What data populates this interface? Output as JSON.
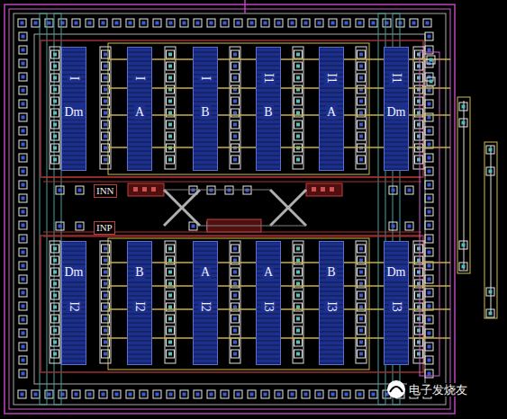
{
  "diagram": {
    "nodes": [
      {
        "text": [
          "I",
          "Dm"
        ]
      },
      {
        "text": [
          "I",
          "A"
        ]
      },
      {
        "text": [
          "I",
          "B"
        ]
      },
      {
        "text": [
          "I1",
          "B"
        ]
      },
      {
        "text": [
          "I1",
          "A"
        ]
      },
      {
        "text": [
          "I1",
          "Dm"
        ]
      },
      {
        "text": [
          "Dm",
          "I2"
        ]
      },
      {
        "text": [
          "B",
          "I2"
        ]
      },
      {
        "text": [
          "A",
          "I2"
        ]
      },
      {
        "text": [
          "A",
          "I3"
        ]
      },
      {
        "text": [
          "B",
          "I3"
        ]
      },
      {
        "text": [
          "Dm",
          "I3"
        ]
      }
    ],
    "labels": [
      "INN",
      "INP",
      "电子发烧友"
    ]
  }
}
